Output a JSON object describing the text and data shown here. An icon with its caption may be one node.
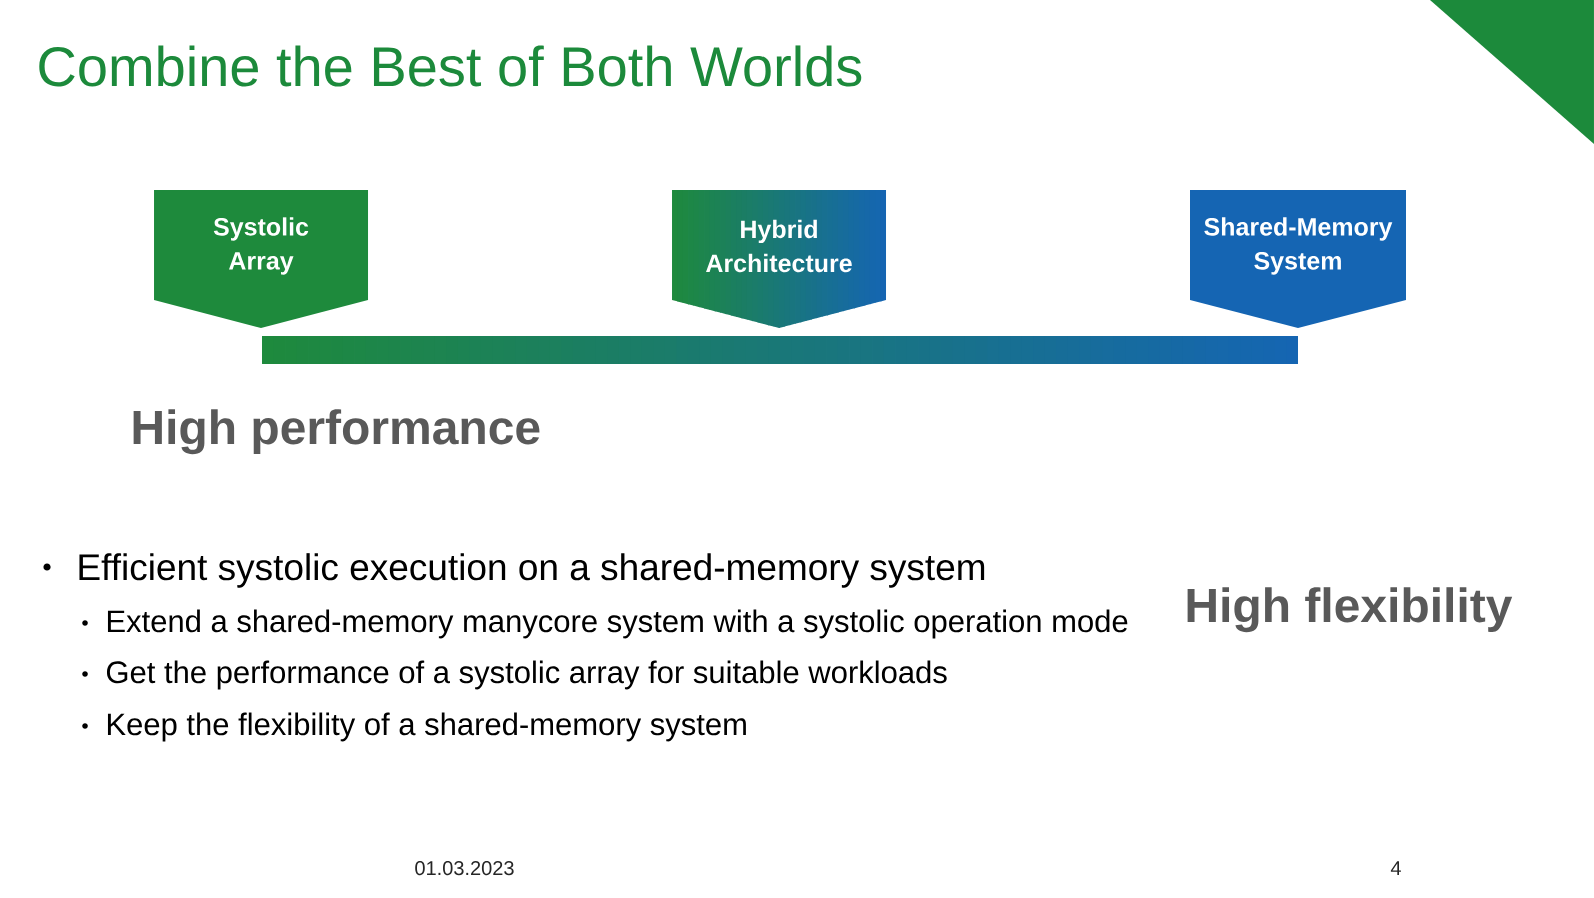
{
  "diagram": {
    "title": "Combine the Best of Both Worlds",
    "nodes": [
      {
        "text": [
          "Systolic Array"
        ]
      },
      {
        "text": [
          "Hybrid Architecture"
        ]
      },
      {
        "text": [
          "Shared-Memory System"
        ]
      }
    ],
    "labels": [
      "High performance",
      "High flexibility",
      "Efficient systolic execution on a shared-memory system",
      "Extend a shared-memory manycore system with a systolic operation mode",
      "Get the performance of a systolic array for suitable workloads",
      "Keep the flexibility of a shared-memory system",
      "01.03.2023",
      "4"
    ]
  }
}
